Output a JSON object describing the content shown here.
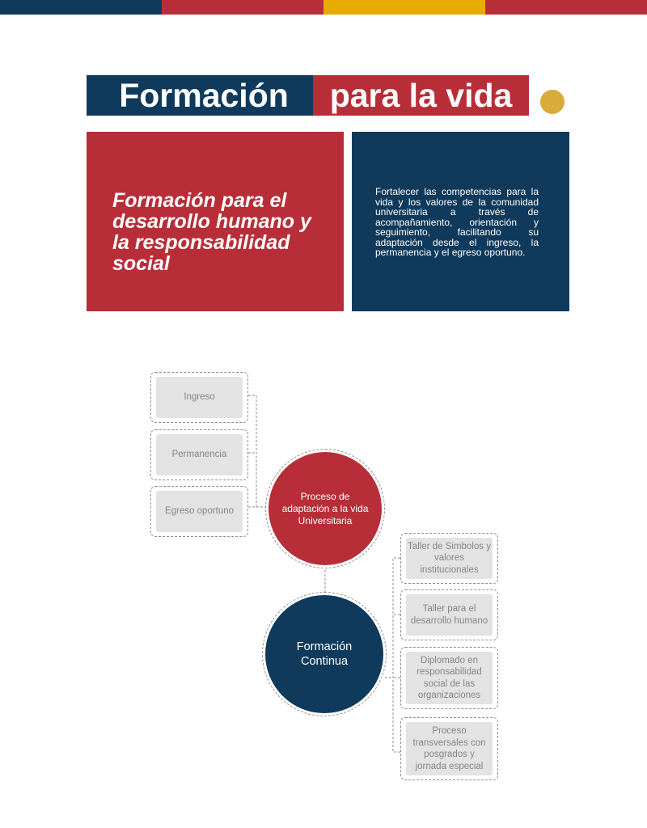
{
  "colors": {
    "blue": "#0f3a5c",
    "red": "#b82e38",
    "gold": "#e6ac00",
    "dot": "#d8ac3b",
    "item_fill": "#e3e3e3",
    "item_text": "#858585"
  },
  "top_strip": [
    "#0f3a5c",
    "#b82e38",
    "#e6ac00",
    "#b82e38"
  ],
  "header": {
    "title_part1": "Formación",
    "title_part2": "para la vida"
  },
  "objective": {
    "heading": "Formación para el desarrollo humano y la responsabilidad social",
    "description": "Fortalecer las competencias para la vida y los valores de la comunidad universitaria a través de acompañamiento, orientación y seguimiento, facilitando su adaptación desde el ingreso, la permanencia y el egreso oportuno."
  },
  "diagram": {
    "process": {
      "label": "Proceso de adaptación a la vida Universitaria",
      "stages": [
        "Ingreso",
        "Permanencia",
        "Egreso oportuno"
      ]
    },
    "continuing": {
      "label": "Formación Continua",
      "programs": [
        "Taller de Simbolos y valores institucionales",
        "Taller para el desarrollo humano",
        "Diplomado en responsabilidad social de las organizaciones",
        "Proceso transversales con posgrados y jornada especial"
      ]
    }
  }
}
